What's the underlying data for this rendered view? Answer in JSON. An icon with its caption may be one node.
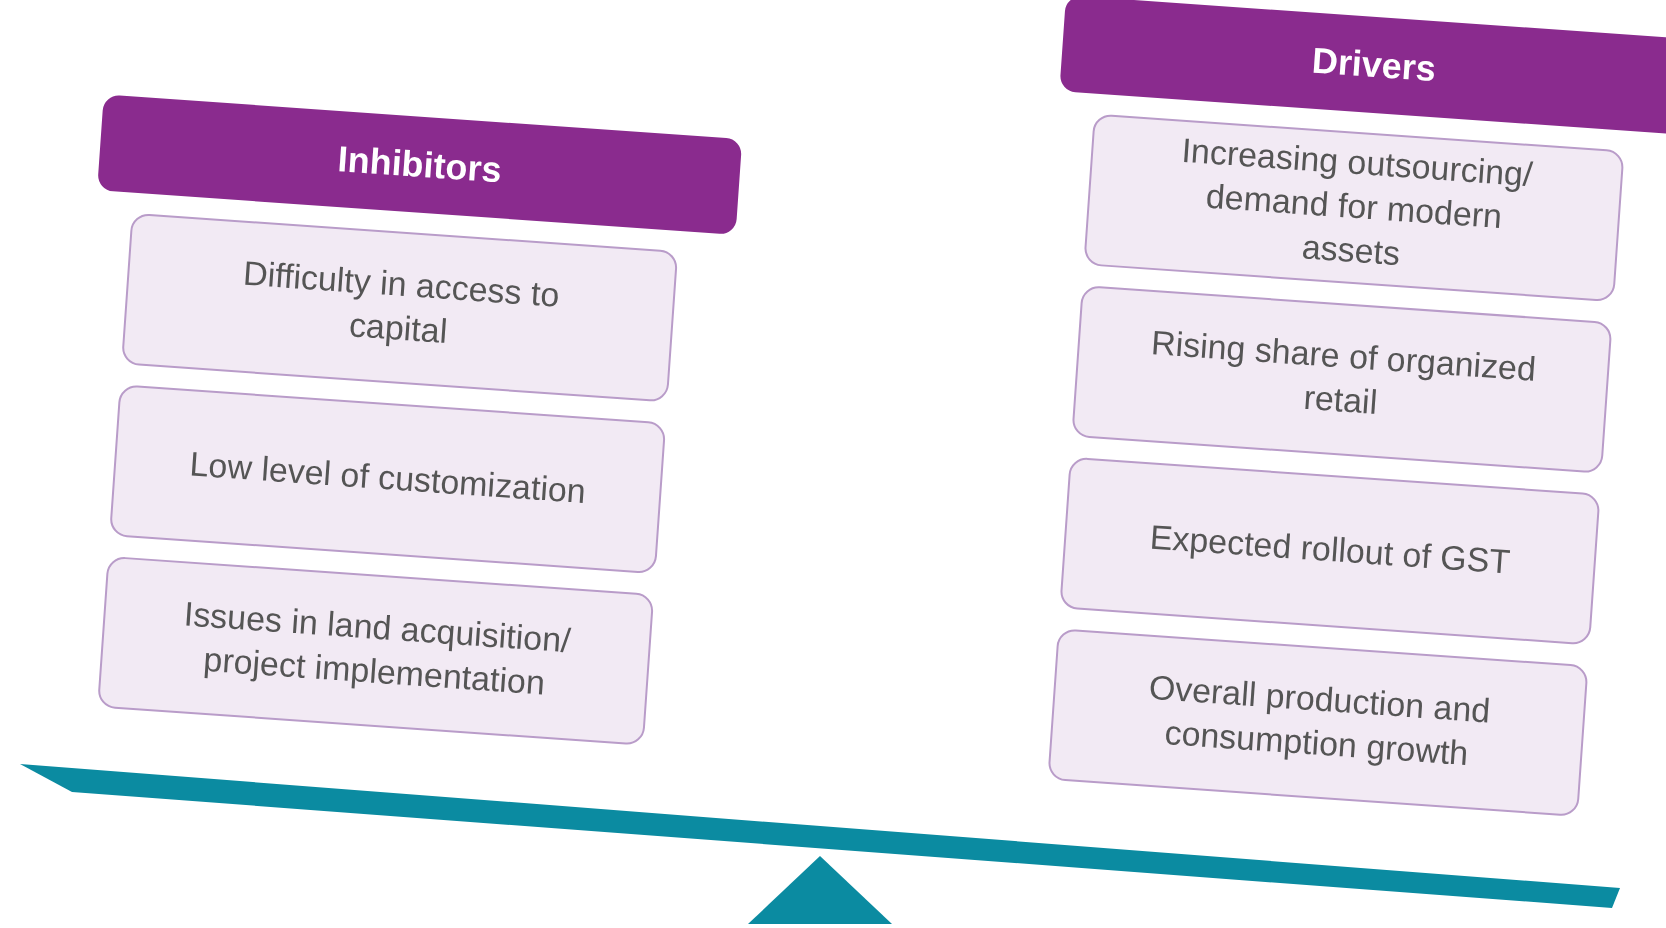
{
  "diagram": {
    "nodes": [
      {
        "text": [
          "Inhibitors"
        ]
      },
      {
        "text": [
          "Difficulty in access to capital"
        ]
      },
      {
        "text": [
          "Low level of customization"
        ]
      },
      {
        "text": [
          "Issues in land acquisition/ project implementation"
        ]
      },
      {
        "text": [
          "Drivers"
        ]
      },
      {
        "text": [
          "Increasing outsourcing/ demand for modern assets"
        ]
      },
      {
        "text": [
          "Rising share of organized retail"
        ]
      },
      {
        "text": [
          "Expected rollout of GST"
        ]
      },
      {
        "text": [
          "Overall production and consumption growth"
        ]
      }
    ]
  }
}
